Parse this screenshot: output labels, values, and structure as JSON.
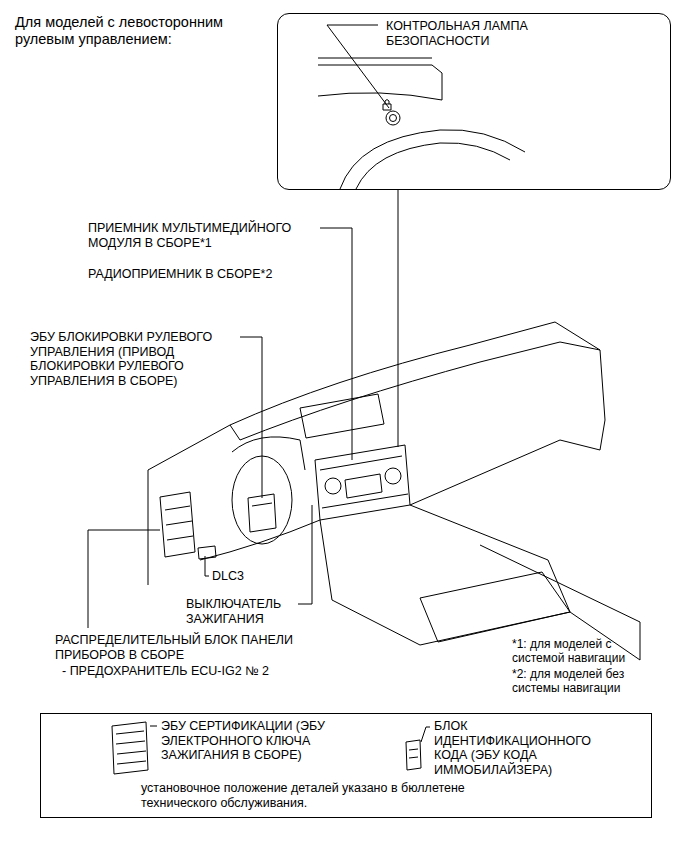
{
  "diagram": {
    "title": "Для моделей с левосторонним рулевым управлением:",
    "nodes": [
      {
        "text": [
          "КОНТРОЛЬНАЯ ЛАМПА БЕЗОПАСНОСТИ"
        ]
      },
      {
        "text": [
          "ЭБУ СЕРТИФИКАЦИИ (ЭБУ ЭЛЕКТРОННОГО КЛЮЧА ЗАЖИГАНИЯ В СБОРЕ)",
          "БЛОК ИДЕНТИФИКАЦИОННОГО КОДА (ЭБУ КОДА ИММОБИЛАЙЗЕРА)",
          "установочное положение деталей указано в бюллетене технического обслуживания."
        ]
      }
    ],
    "labels": [
      "ПРИЕМНИК МУЛЬТИМЕДИЙНОГО МОДУЛЯ В СБОРЕ*1",
      "РАДИОПРИЕМНИК В СБОРЕ*2",
      "ЭБУ БЛОКИРОВКИ РУЛЕВОГО УПРАВЛЕНИЯ (ПРИВОД БЛОКИРОВКИ РУЛЕВОГО УПРАВЛЕНИЯ В СБОРЕ)",
      "DLC3",
      "ВЫКЛЮЧАТЕЛЬ ЗАЖИГАНИЯ",
      "РАСПРЕДЕЛИТЕЛЬНЫЙ БЛОК ПАНЕЛИ ПРИБОРОВ В СБОРЕ",
      "- ПРЕДОХРАНИТЕЛЬ ECU-IG2 № 2",
      "*1: для моделей с системой навигации",
      "*2: для моделей без системы навигации"
    ]
  }
}
